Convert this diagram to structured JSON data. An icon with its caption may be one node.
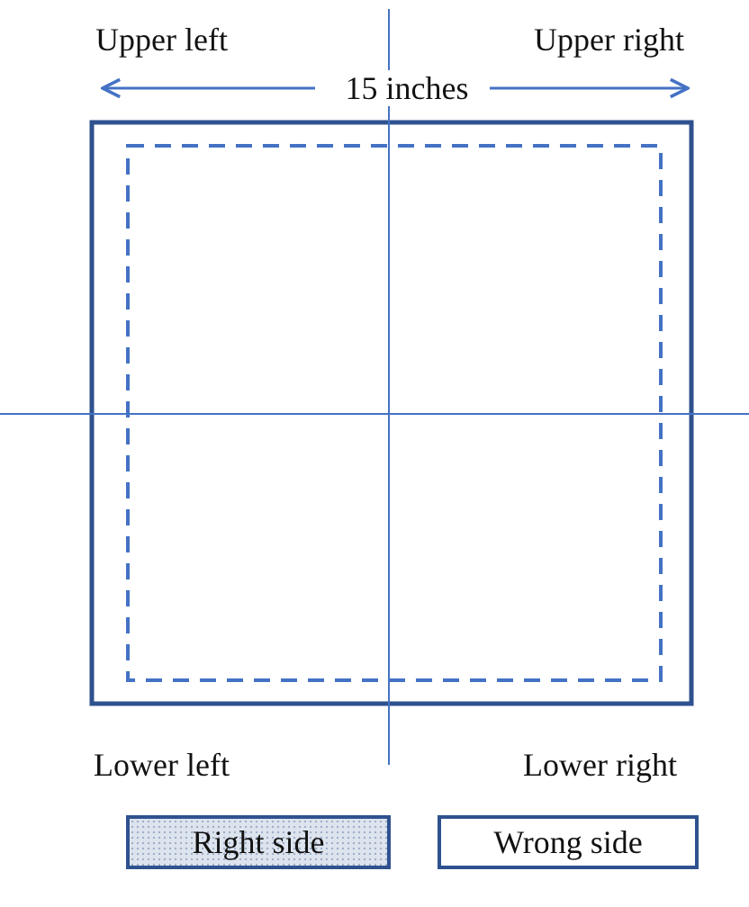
{
  "diagram": {
    "labels": [
      "Upper left",
      "Upper right",
      "15 inches",
      "Lower left",
      "Lower right"
    ],
    "legend": [
      {
        "text": "Right side",
        "color": "#dde4ee"
      },
      {
        "text": "Wrong side",
        "color": "#ffffff"
      }
    ]
  }
}
